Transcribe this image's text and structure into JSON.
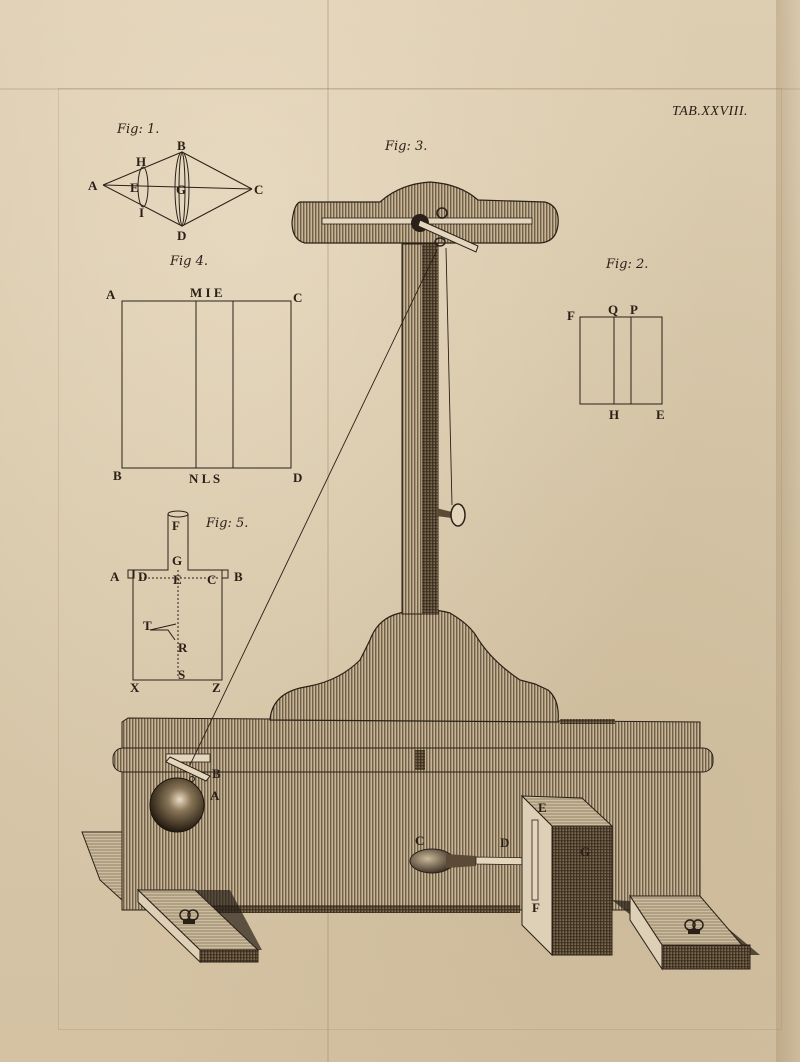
{
  "plate": {
    "title": "TAB.XXVIII.",
    "colors": {
      "paper": "#d9c9ad",
      "ink": "#2a2018",
      "hatch": "#4a3c2c"
    }
  },
  "figures": {
    "fig1": {
      "caption": "Fig: 1.",
      "labels": [
        "A",
        "B",
        "C",
        "D",
        "E",
        "G",
        "H",
        "I"
      ]
    },
    "fig2": {
      "caption": "Fig: 2.",
      "labels": {
        "F": "F",
        "Q": "Q",
        "P": "P",
        "H": "H",
        "E": "E"
      }
    },
    "fig3": {
      "caption": "Fig: 3.",
      "labels": {
        "A": "A",
        "B": "B",
        "C": "C",
        "D": "D",
        "E": "E",
        "F": "F",
        "G": "G"
      }
    },
    "fig4": {
      "caption": "Fig 4.",
      "labels": {
        "A": "A",
        "MIE": "M I E",
        "C": "C",
        "B": "B",
        "NLS": "N L S",
        "D": "D"
      }
    },
    "fig5": {
      "caption": "Fig: 5.",
      "labels": {
        "F": "F",
        "G": "G",
        "A": "A",
        "D": "D",
        "E": "E",
        "C": "C",
        "B": "B",
        "T": "T",
        "R": "R",
        "S": "S",
        "X": "X",
        "Z": "Z"
      }
    }
  }
}
